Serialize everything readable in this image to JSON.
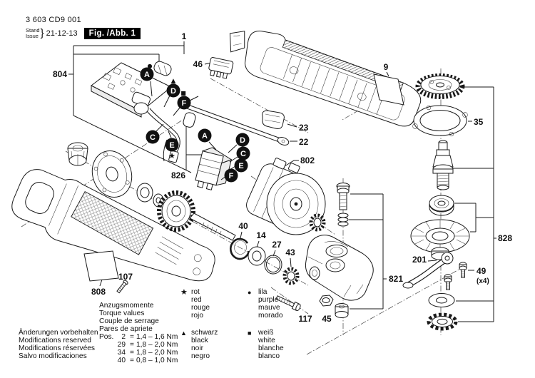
{
  "header": {
    "doc_number": "3 603 CD9 001",
    "stand": "Stand",
    "issue": "Issue",
    "brace": "}",
    "date": "21-12-13",
    "figure": "Fig. /Abb. 1"
  },
  "part_labels": {
    "n1": "1",
    "n9": "9",
    "n14": "14",
    "n22": "22",
    "n23": "23",
    "n27": "27",
    "n35": "35",
    "n40": "40",
    "n43": "43",
    "n45": "45",
    "n46": "46",
    "n49": "49",
    "n49_qty": "(x4)",
    "n107": "107",
    "n117": "117",
    "n201": "201",
    "n802": "802",
    "n804": "804",
    "n808": "808",
    "n821": "821",
    "n826": "826",
    "n828": "828"
  },
  "callouts": {
    "a": "A",
    "c": "C",
    "d": "D",
    "e": "E",
    "f": "F"
  },
  "symbols": {
    "star": "★",
    "dot": "●",
    "triangle": "▲",
    "square": "■"
  },
  "torque": {
    "title_lines": [
      "Anzugsmomente",
      "Torque values",
      "Couple de serrage",
      "Pares de apriete"
    ],
    "pos_label": "Pos.",
    "rows": [
      {
        "pos": "2",
        "eq": "=",
        "range": "1,4 – 1,6 Nm"
      },
      {
        "pos": "29",
        "eq": "=",
        "range": "1,8 – 2,0 Nm"
      },
      {
        "pos": "34",
        "eq": "=",
        "range": "1,8 – 2,0 Nm"
      },
      {
        "pos": "40",
        "eq": "=",
        "range": "0,8 – 1,0 Nm"
      }
    ]
  },
  "color_legend": [
    {
      "symbol": "★",
      "names": [
        "rot",
        "red",
        "rouge",
        "rojo"
      ]
    },
    {
      "symbol": "●",
      "names": [
        "lila",
        "purple",
        "mauve",
        "morado"
      ]
    },
    {
      "symbol": "▲",
      "names": [
        "schwarz",
        "black",
        "noir",
        "negro"
      ]
    },
    {
      "symbol": "■",
      "names": [
        "weiß",
        "white",
        "blanche",
        "blanco"
      ]
    }
  ],
  "footer": {
    "lines": [
      "Änderungen vorbehalten",
      "Modifications reserved",
      "Modifications réservées",
      "Salvo modificaciones"
    ]
  }
}
